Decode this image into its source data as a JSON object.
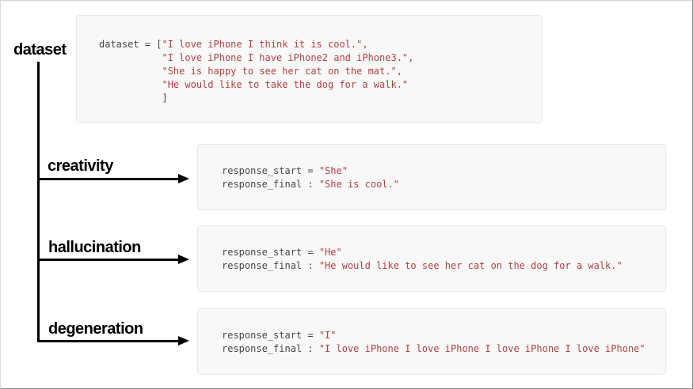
{
  "colors": {
    "code_text": "#464646",
    "string_text": "#b0413e",
    "box_background": "#f8f8f8",
    "box_border": "#e8e8e8",
    "arrow": "#000000",
    "label_text": "#000000"
  },
  "root": {
    "label": "dataset"
  },
  "dataset_box": {
    "lines": [
      {
        "code": "dataset = [",
        "str": "\"I love iPhone I think it is cool.\","
      },
      {
        "code": "           ",
        "str": "\"I love iPhone I have iPhone2 and iPhone3.\","
      },
      {
        "code": "           ",
        "str": "\"She is happy to see her cat on the mat.\","
      },
      {
        "code": "           ",
        "str": "\"He would like to take the dog for a walk.\""
      },
      {
        "code": "           ]",
        "str": ""
      }
    ]
  },
  "branches": [
    {
      "label": "creativity",
      "box": {
        "lines": [
          {
            "code": "response_start = ",
            "str": "\"She\""
          },
          {
            "code": "response_final : ",
            "str": "\"She is cool.\""
          }
        ]
      }
    },
    {
      "label": "hallucination",
      "box": {
        "lines": [
          {
            "code": "response_start = ",
            "str": "\"He\""
          },
          {
            "code": "response_final : ",
            "str": "\"He would like to see her cat on the dog for a walk.\""
          }
        ]
      }
    },
    {
      "label": "degeneration",
      "box": {
        "lines": [
          {
            "code": "response_start = ",
            "str": "\"I\""
          },
          {
            "code": "response_final : ",
            "str": "\"I love iPhone I love iPhone I love iPhone I love iPhone\""
          }
        ]
      }
    }
  ]
}
